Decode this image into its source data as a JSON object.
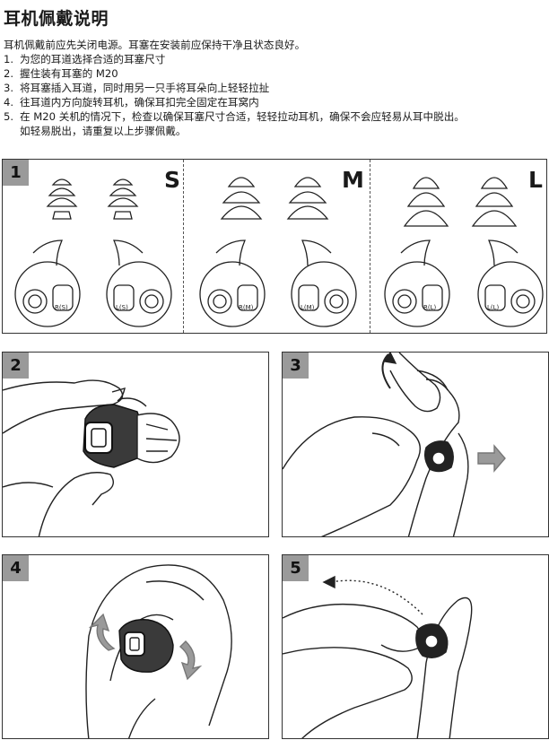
{
  "title": "耳机佩戴说明",
  "intro": "耳机佩戴前应先关闭电源。耳塞在安装前应保持干净且状态良好。",
  "steps": [
    {
      "num": "1.",
      "text": "为您的耳道选择合适的耳塞尺寸"
    },
    {
      "num": "2.",
      "text": "握住装有耳塞的 M20"
    },
    {
      "num": "3.",
      "text": "将耳塞插入耳道，同时用另一只手将耳朵向上轻轻拉扯"
    },
    {
      "num": "4.",
      "text": "往耳道内方向旋转耳机，确保耳扣完全固定在耳窝内"
    },
    {
      "num": "5.",
      "text": "在 M20 关机的情况下，检查以确保耳塞尺寸合适，轻轻拉动耳机，确保不会应轻易从耳中脱出。",
      "continuation": "如轻易脱出，请重复以上步骤佩戴。"
    }
  ],
  "panels": {
    "p1": {
      "number": "1",
      "sizes": [
        "S",
        "M",
        "L"
      ],
      "earbud_labels": [
        "R(S)",
        "L(S)",
        "R(M)",
        "L(M)",
        "R(L)",
        "L(L)"
      ]
    },
    "p2": {
      "number": "2"
    },
    "p3": {
      "number": "3"
    },
    "p4": {
      "number": "4"
    },
    "p5": {
      "number": "5"
    }
  },
  "colors": {
    "border": "#333333",
    "badge": "#9a9a9a",
    "arrow_gray": "#9a9a9a"
  }
}
